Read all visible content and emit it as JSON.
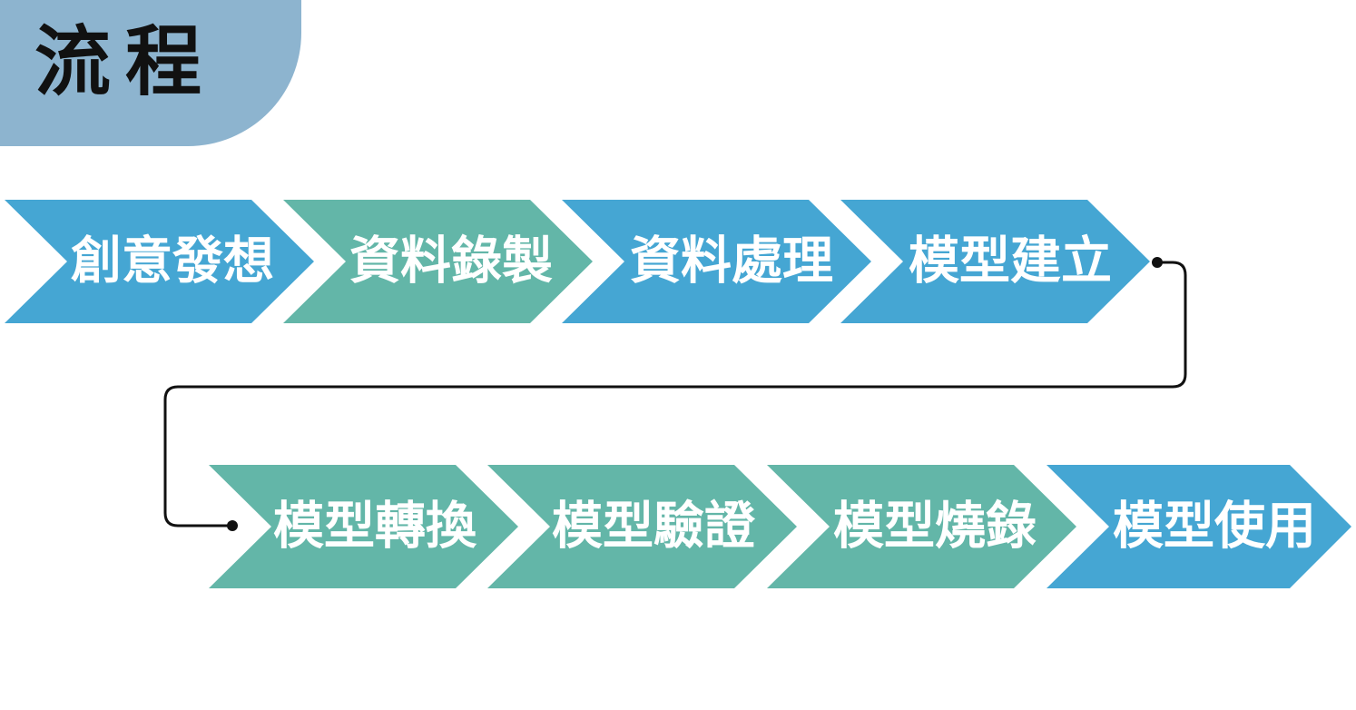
{
  "header": {
    "title": "流程"
  },
  "colors": {
    "blue": "#45a6d3",
    "teal": "#63b6a8",
    "tab_bg": "#8db4cf",
    "connector": "#111111"
  },
  "flow": {
    "steps": [
      {
        "label": "創意發想",
        "color": "blue"
      },
      {
        "label": "資料錄製",
        "color": "teal"
      },
      {
        "label": "資料處理",
        "color": "blue"
      },
      {
        "label": "模型建立",
        "color": "blue"
      },
      {
        "label": "模型轉換",
        "color": "teal"
      },
      {
        "label": "模型驗證",
        "color": "teal"
      },
      {
        "label": "模型燒錄",
        "color": "teal"
      },
      {
        "label": "模型使用",
        "color": "blue"
      }
    ]
  }
}
